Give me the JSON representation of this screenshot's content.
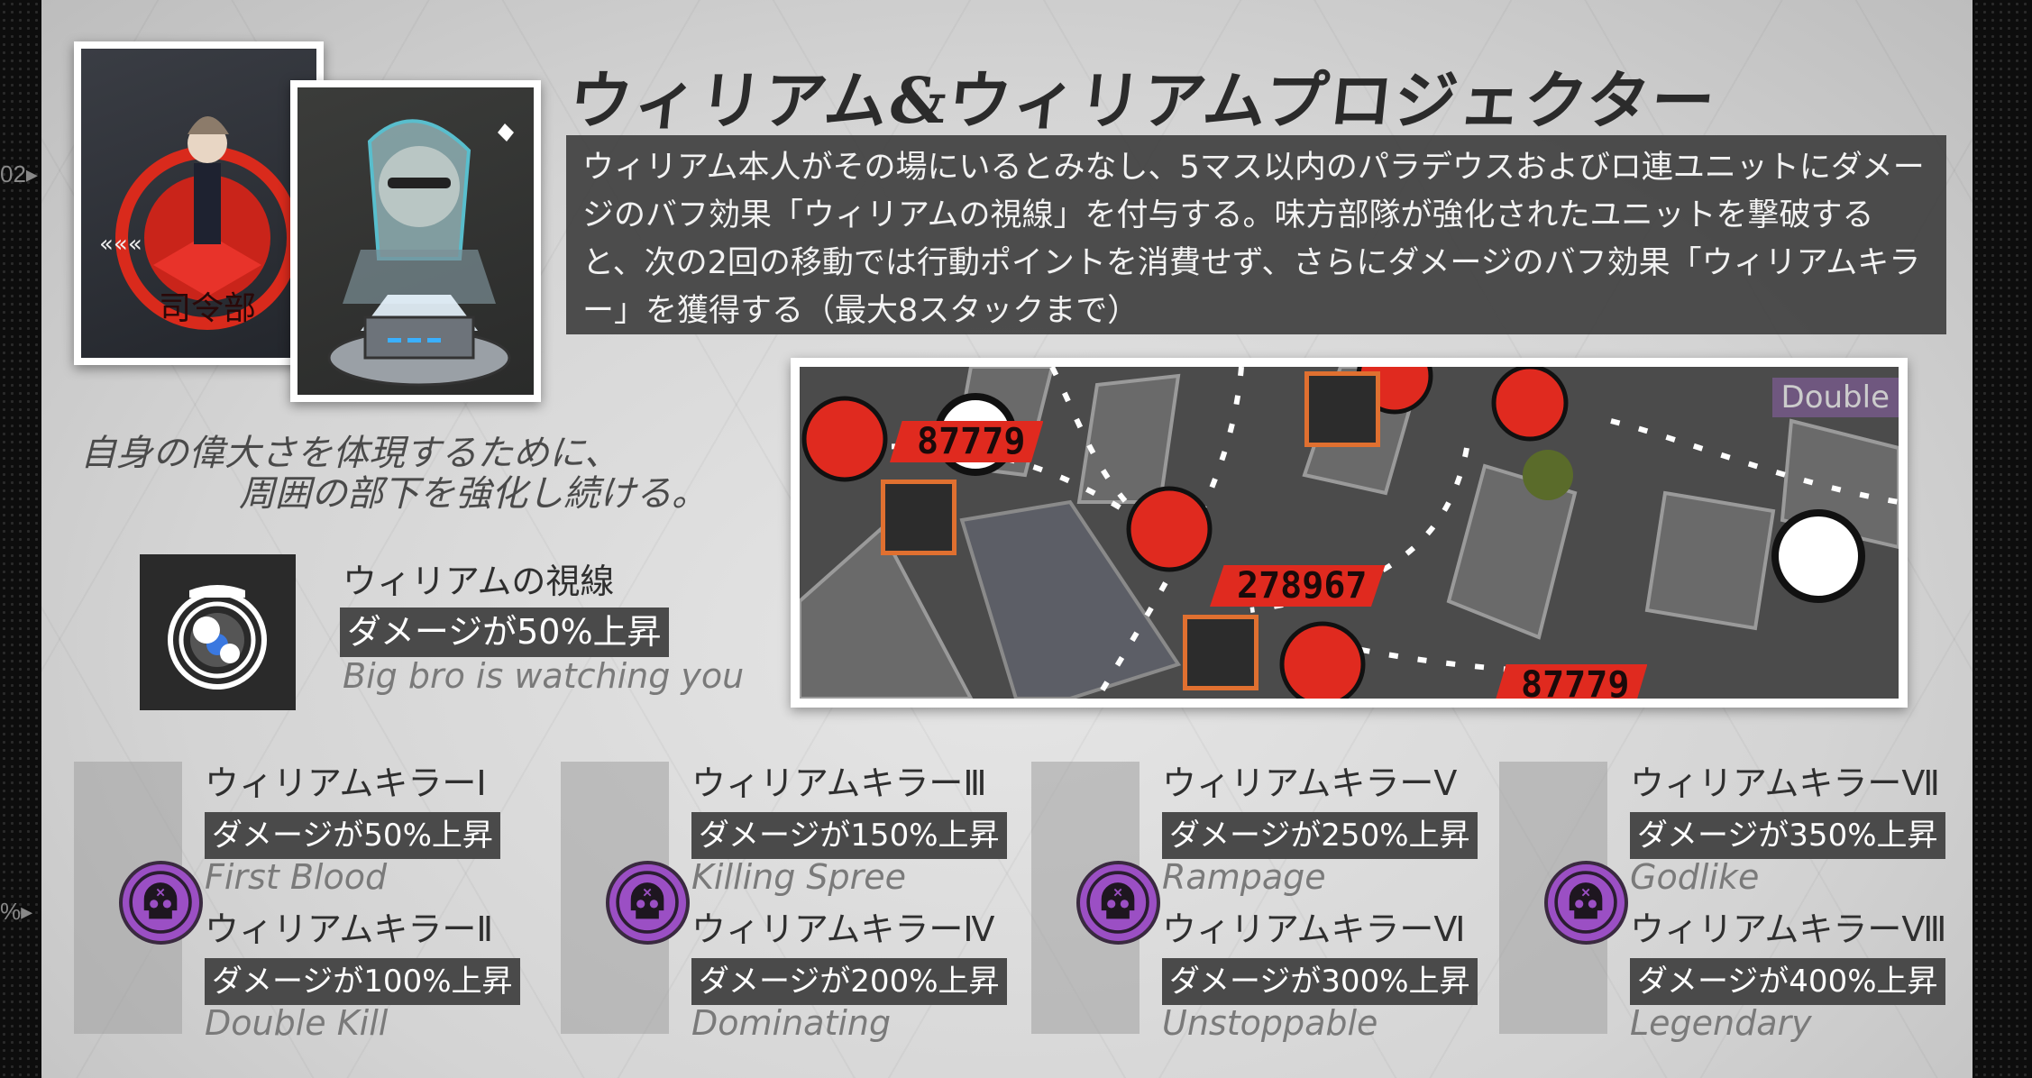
{
  "side_markers": {
    "left_top": "02▸",
    "left_bottom": "%▸"
  },
  "portrait_cards": {
    "hq_sign": "司令部"
  },
  "title": "ウィリアム&ウィリアムプロジェクター",
  "description": "ウィリアム本人がその場にいるとみなし、5マス以内のパラデウスおよびロ連ユニットにダメージのバフ効果「ウィリアムの視線」を付与する。味方部隊が強化されたユニットを撃破すると、次の2回の移動では行動ポイントを消費せず、さらにダメージのバフ効果「ウィリアムキラー」を獲得する（最大8スタックまで）",
  "quote": {
    "line1": "自身の偉大さを体現するために、",
    "line2": "周囲の部下を強化し続ける。"
  },
  "gaze_buff": {
    "name": "ウィリアムの視線",
    "effect": "ダメージが50%上昇",
    "subtitle": "Big bro is watching you",
    "icon": "eye-lens-icon"
  },
  "map": {
    "hp_values": [
      "87779",
      "278967",
      "87779"
    ],
    "corner_label": "Double"
  },
  "killer_groups": [
    {
      "icon": "skull-icon",
      "tiers": [
        {
          "name": "ウィリアムキラーⅠ",
          "effect": "ダメージが50%上昇",
          "subtitle": "First Blood"
        },
        {
          "name": "ウィリアムキラーⅡ",
          "effect": "ダメージが100%上昇",
          "subtitle": "Double Kill"
        }
      ]
    },
    {
      "icon": "skull-icon",
      "tiers": [
        {
          "name": "ウィリアムキラーⅢ",
          "effect": "ダメージが150%上昇",
          "subtitle": "Killing Spree"
        },
        {
          "name": "ウィリアムキラーⅣ",
          "effect": "ダメージが200%上昇",
          "subtitle": "Dominating"
        }
      ]
    },
    {
      "icon": "skull-icon",
      "tiers": [
        {
          "name": "ウィリアムキラーⅤ",
          "effect": "ダメージが250%上昇",
          "subtitle": "Rampage"
        },
        {
          "name": "ウィリアムキラーⅥ",
          "effect": "ダメージが300%上昇",
          "subtitle": "Unstoppable"
        }
      ]
    },
    {
      "icon": "skull-icon",
      "tiers": [
        {
          "name": "ウィリアムキラーⅦ",
          "effect": "ダメージが350%上昇",
          "subtitle": "Godlike"
        },
        {
          "name": "ウィリアムキラーⅧ",
          "effect": "ダメージが400%上昇",
          "subtitle": "Legendary"
        }
      ]
    }
  ],
  "colors": {
    "accent_red": "#e02a1f",
    "killer_purple": "#9b4fc4",
    "buff_orange": "#e07030"
  }
}
